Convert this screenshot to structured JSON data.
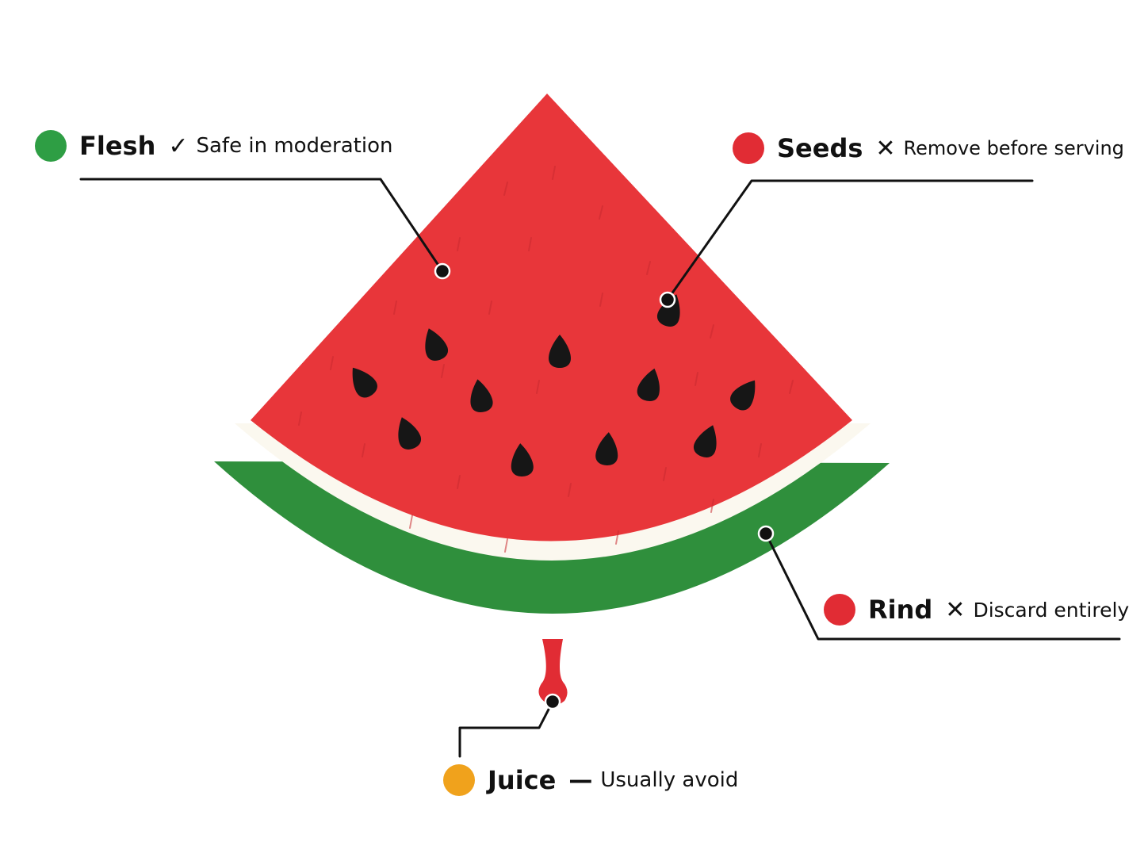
{
  "colors": {
    "safe": "#2e9e44",
    "avoid": "#e12c34",
    "caution": "#f0a21c",
    "flesh": "#e8363a",
    "rind_white": "#fbf8ef",
    "rind_green": "#2f8f3c",
    "seed": "#161616",
    "leader_line": "#111111"
  },
  "labels": [
    {
      "key": "flesh",
      "name": "Flesh",
      "mark": "✓",
      "note": "Safe in moderation",
      "status_color": "#2e9e44"
    },
    {
      "key": "seeds",
      "name": "Seeds",
      "mark": "✕",
      "note": "Remove before serving",
      "status_color": "#e12c34"
    },
    {
      "key": "rind",
      "name": "Rind",
      "mark": "✕",
      "note": "Discard entirely",
      "status_color": "#e12c34"
    },
    {
      "key": "juice",
      "name": "Juice",
      "mark": "—",
      "note": "Usually avoid",
      "status_color": "#f0a21c"
    }
  ]
}
